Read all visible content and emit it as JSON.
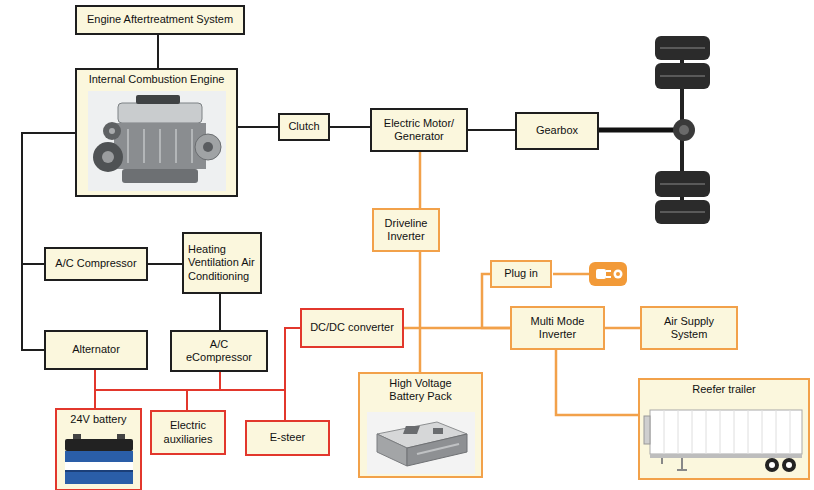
{
  "diagram": {
    "nodes": [
      {
        "text": [
          "Engine Aftertreatment System"
        ]
      },
      {
        "text": [
          "Internal Combustion Engine"
        ]
      },
      {
        "text": [
          "Clutch"
        ]
      },
      {
        "text": [
          "Electric Motor/ Generator"
        ]
      },
      {
        "text": [
          "Gearbox"
        ]
      },
      {
        "text": [
          "Driveline Inverter"
        ]
      },
      {
        "text": [
          "Heating Ventilation Air Conditioning"
        ]
      },
      {
        "text": [
          "A/C Compressor"
        ]
      },
      {
        "text": [
          "Plug in"
        ]
      },
      {
        "text": [
          "DC/DC converter"
        ]
      },
      {
        "text": [
          "Multi Mode Inverter"
        ]
      },
      {
        "text": [
          "Air Supply System"
        ]
      },
      {
        "text": [
          "Alternator"
        ]
      },
      {
        "text": [
          "A/C eCompressor"
        ]
      },
      {
        "text": [
          "High Voltage Battery Pack"
        ]
      },
      {
        "text": [
          "Reefer trailer"
        ]
      },
      {
        "text": [
          "24V battery"
        ]
      },
      {
        "text": [
          "Electric auxiliaries"
        ]
      },
      {
        "text": [
          "E-steer"
        ]
      }
    ],
    "edges": [
      {
        "from": 0,
        "to": 1,
        "arrow": "none"
      },
      {
        "from": 1,
        "to": 2,
        "arrow": "none"
      },
      {
        "from": 2,
        "to": 3,
        "arrow": "none"
      },
      {
        "from": 3,
        "to": 4,
        "arrow": "none"
      },
      {
        "from": 3,
        "to": 5,
        "arrow": "none"
      },
      {
        "from": 5,
        "to": 14,
        "arrow": "none"
      },
      {
        "from": 1,
        "to": 7,
        "arrow": "none"
      },
      {
        "from": 1,
        "to": 12,
        "arrow": "none"
      },
      {
        "from": 7,
        "to": 6,
        "arrow": "none"
      },
      {
        "from": 6,
        "to": 13,
        "arrow": "none"
      },
      {
        "from": 8,
        "to": 10,
        "arrow": "none"
      },
      {
        "from": 9,
        "to": 10,
        "arrow": "none"
      },
      {
        "from": 10,
        "to": 11,
        "arrow": "none"
      },
      {
        "from": 10,
        "to": 15,
        "arrow": "none"
      },
      {
        "from": 12,
        "to": 16,
        "arrow": "none"
      },
      {
        "from": 13,
        "to": 17,
        "arrow": "none"
      },
      {
        "from": 9,
        "to": 18,
        "arrow": "none"
      },
      {
        "from": 16,
        "to": 9,
        "arrow": "none"
      }
    ]
  }
}
